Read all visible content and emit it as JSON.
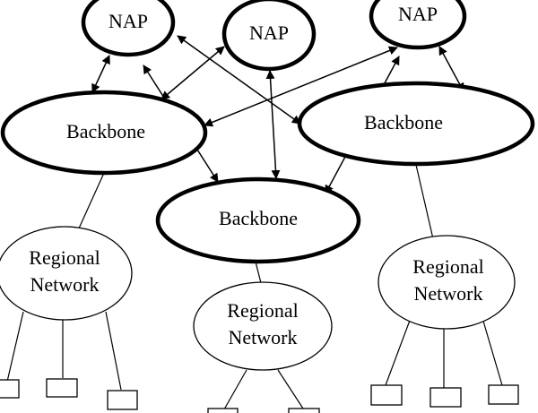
{
  "diagram": {
    "naps": [
      {
        "id": "nap-1",
        "label": "NAP"
      },
      {
        "id": "nap-2",
        "label": "NAP"
      },
      {
        "id": "nap-3",
        "label": "NAP"
      }
    ],
    "backbones": [
      {
        "id": "backbone-left",
        "label": "Backbone"
      },
      {
        "id": "backbone-right",
        "label": "Backbone"
      },
      {
        "id": "backbone-center",
        "label": "Backbone"
      }
    ],
    "regional_networks": [
      {
        "id": "regional-left",
        "line1": "Regional",
        "line2": "Network"
      },
      {
        "id": "regional-center",
        "line1": "Regional",
        "line2": "Network"
      },
      {
        "id": "regional-right",
        "line1": "Regional",
        "line2": "Network"
      }
    ]
  }
}
